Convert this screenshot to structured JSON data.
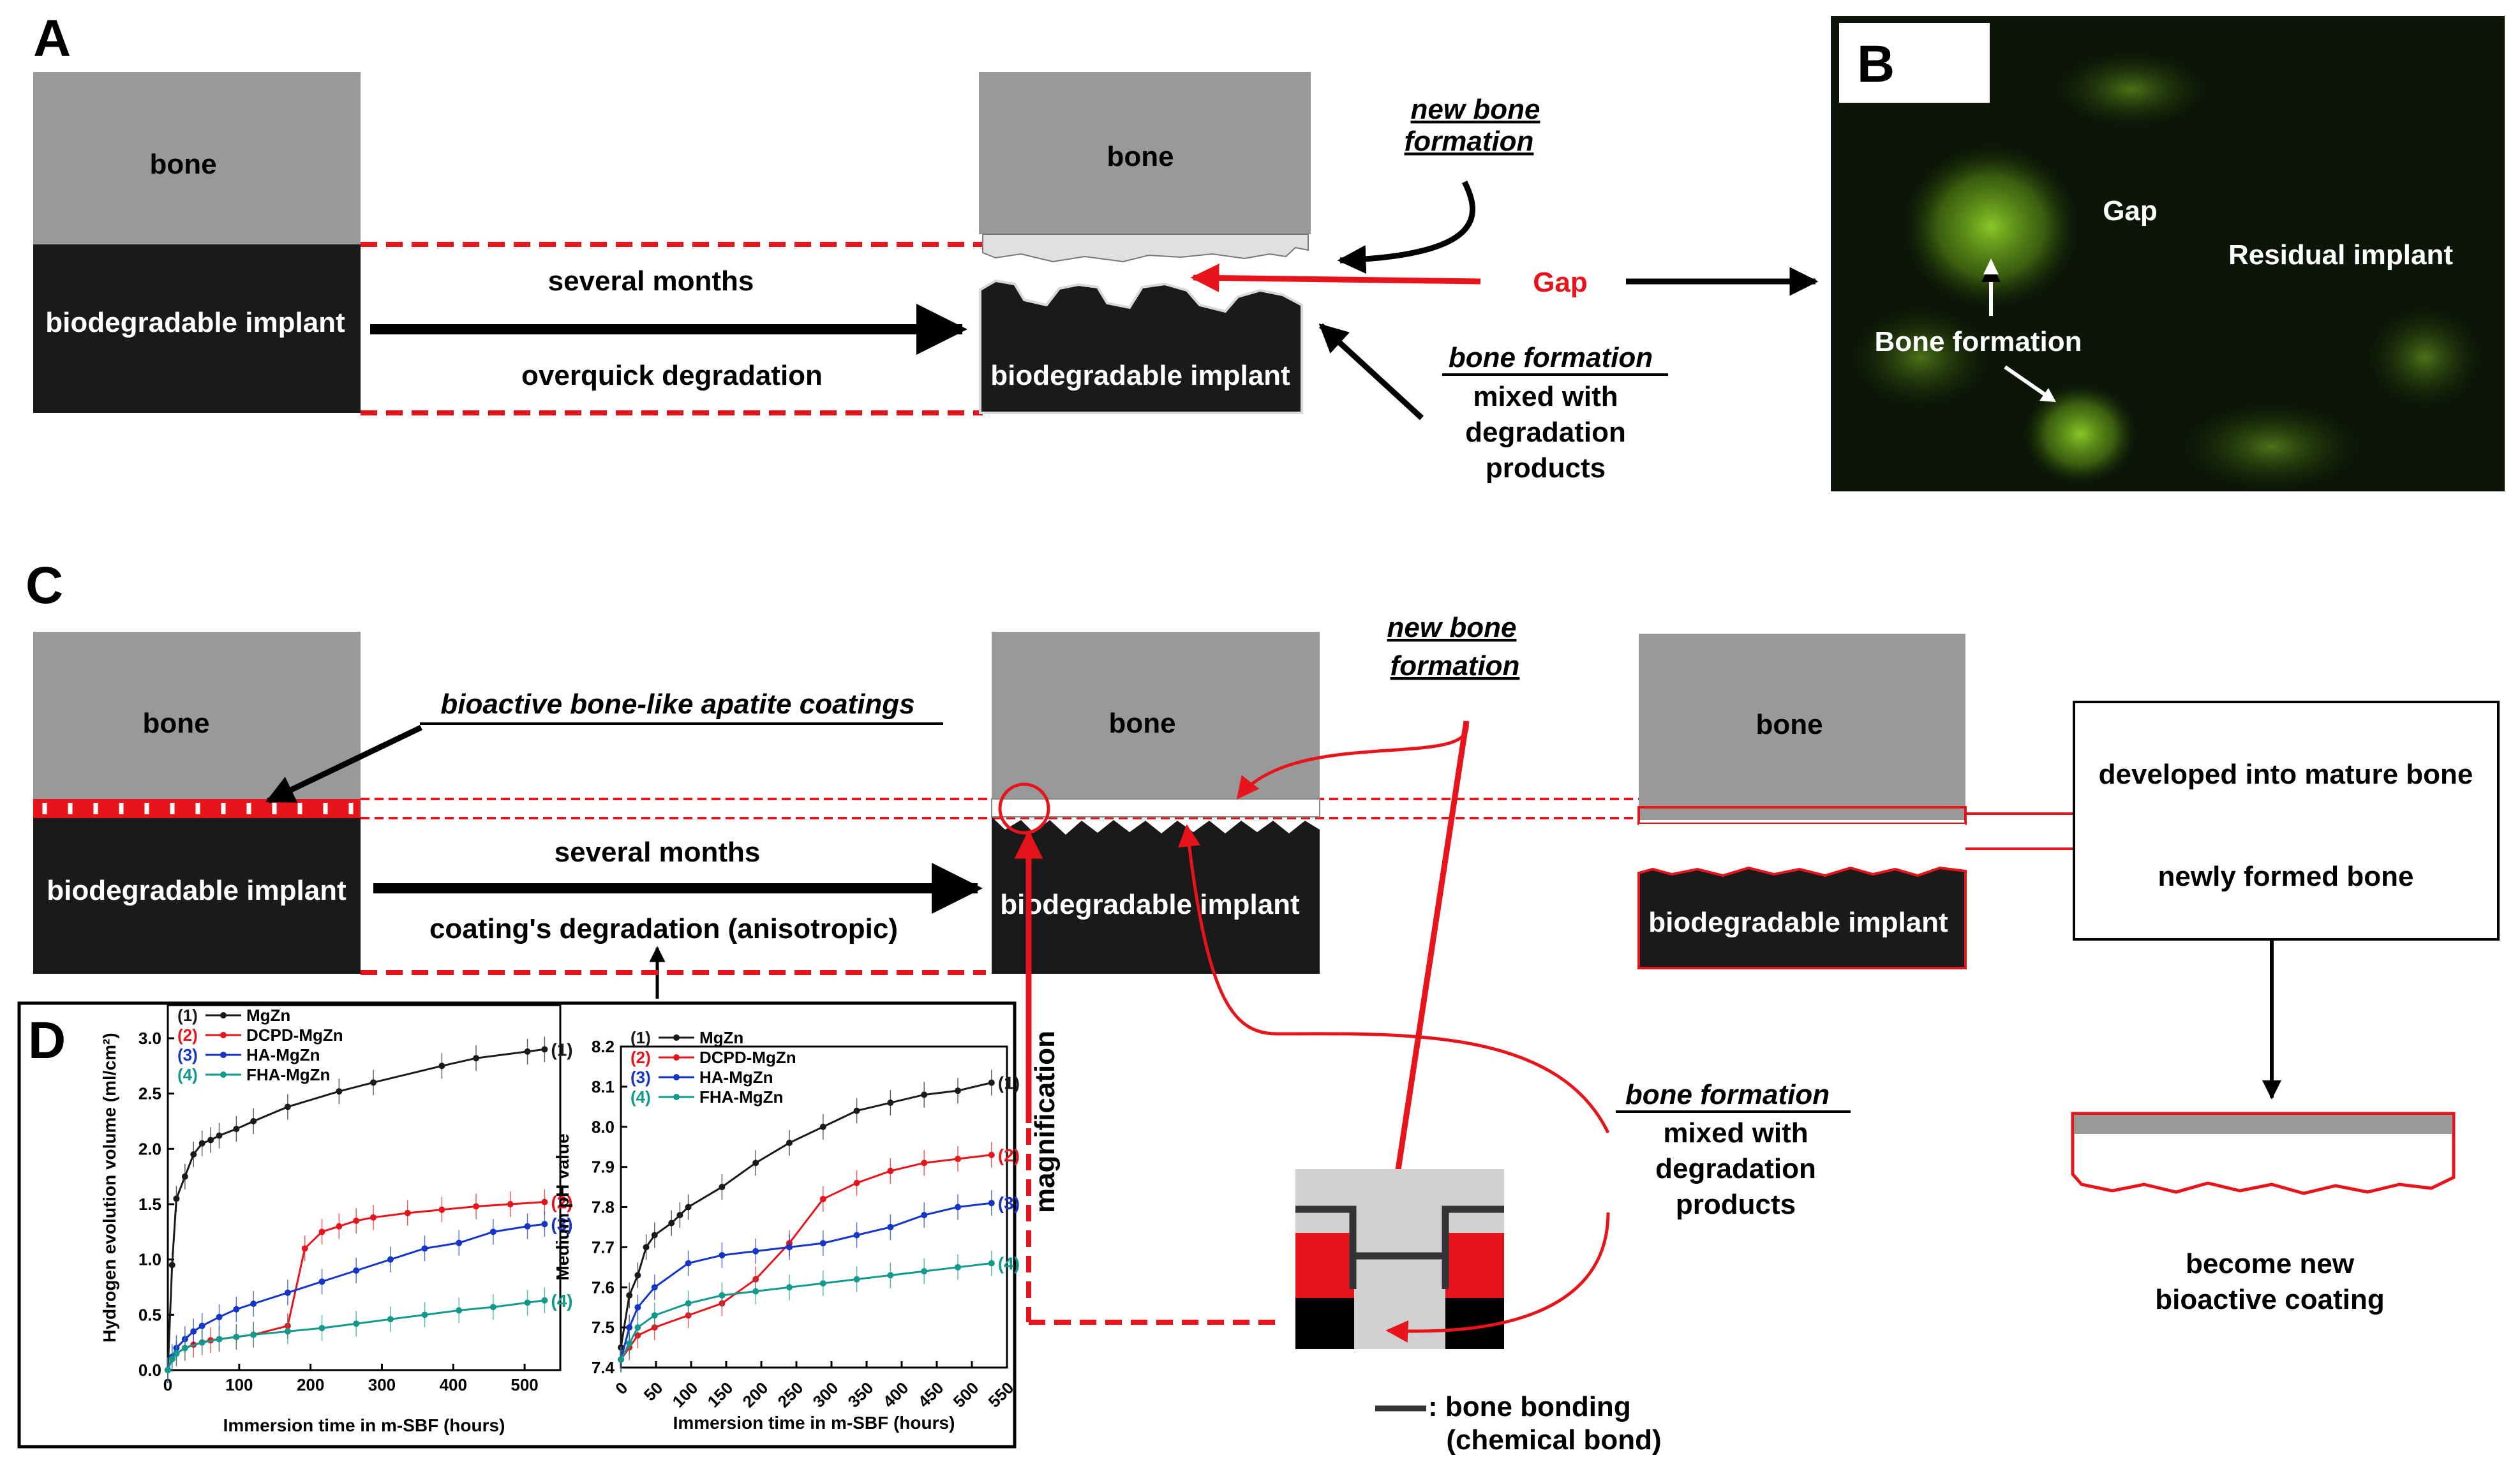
{
  "panels": {
    "a": {
      "letter": "A",
      "bone": "bone",
      "implant": "biodegradable implant",
      "arrow_top": "several months",
      "arrow_bottom": "overquick degradation",
      "bone2": "bone",
      "implant2": "biodegradable implant",
      "new_bone_1": "new bone",
      "new_bone_2": "formation",
      "gap": "Gap",
      "bone_formation": "bone formation",
      "mixed_1": "mixed with",
      "mixed_2": "degradation",
      "mixed_3": "products"
    },
    "b": {
      "letter": "B",
      "gap": "Gap",
      "residual": "Residual implant",
      "bone_formation": "Bone formation"
    },
    "c": {
      "letter": "C",
      "bone1": "bone",
      "coating": "bioactive bone-like apatite coatings",
      "implant1": "biodegradable implant",
      "arrow_top": "several months",
      "arrow_bottom": "coating's degradation (anisotropic)",
      "bone2": "bone",
      "implant2": "biodegradable implant",
      "new_bone_1": "new bone",
      "new_bone_2": "formation",
      "bone3": "bone",
      "implant3": "biodegradable implant",
      "mature": "developed into mature bone",
      "newly": "newly formed bone",
      "become_1": "become new",
      "become_2": "bioactive coating",
      "magnification": "magnification",
      "bone_formation": "bone formation",
      "mixed_1": "mixed with",
      "mixed_2": "degradation",
      "mixed_3": "products",
      "legend_1": ": bone bonding",
      "legend_2": "(chemical bond)"
    },
    "d": {
      "letter": "D"
    }
  },
  "colors": {
    "bone": "#999999",
    "implant": "#1a1a1a",
    "accent_red": "#e8141b",
    "fluor_green": "#6ea01e"
  },
  "chart_data": [
    {
      "type": "line",
      "xlabel": "Immersion time in m-SBF (hours)",
      "ylabel": "Hydrogen evolution volume (ml/cm²)",
      "xlim": [
        0,
        550
      ],
      "ylim": [
        0,
        3.3
      ],
      "xticks": [
        0,
        100,
        200,
        300,
        400,
        500
      ],
      "yticks": [
        0.0,
        0.5,
        1.0,
        1.5,
        2.0,
        2.5,
        3.0
      ],
      "legend_position": "top-left",
      "series": [
        {
          "name": "MgZn",
          "tag": "(1)",
          "color": "#1a1a1a",
          "x": [
            0,
            6,
            12,
            24,
            36,
            48,
            60,
            72,
            96,
            120,
            168,
            240,
            288,
            384,
            432,
            504,
            528
          ],
          "y": [
            0.0,
            0.95,
            1.55,
            1.75,
            1.95,
            2.05,
            2.08,
            2.12,
            2.18,
            2.25,
            2.38,
            2.52,
            2.6,
            2.75,
            2.82,
            2.88,
            2.9
          ]
        },
        {
          "name": "DCPD-MgZn",
          "tag": "(2)",
          "color": "#e8141b",
          "x": [
            0,
            6,
            12,
            24,
            36,
            48,
            60,
            72,
            96,
            120,
            168,
            192,
            216,
            240,
            264,
            288,
            336,
            384,
            432,
            480,
            528
          ],
          "y": [
            0.0,
            0.1,
            0.15,
            0.2,
            0.23,
            0.25,
            0.27,
            0.28,
            0.3,
            0.32,
            0.4,
            1.1,
            1.25,
            1.3,
            1.35,
            1.38,
            1.42,
            1.45,
            1.48,
            1.5,
            1.52
          ]
        },
        {
          "name": "HA-MgZn",
          "tag": "(3)",
          "color": "#1535c8",
          "x": [
            0,
            6,
            12,
            24,
            36,
            48,
            72,
            96,
            120,
            168,
            216,
            264,
            312,
            360,
            408,
            456,
            504,
            528
          ],
          "y": [
            0.0,
            0.12,
            0.2,
            0.28,
            0.35,
            0.4,
            0.48,
            0.55,
            0.6,
            0.7,
            0.8,
            0.9,
            1.0,
            1.1,
            1.15,
            1.25,
            1.3,
            1.32
          ]
        },
        {
          "name": "FHA-MgZn",
          "tag": "(4)",
          "color": "#139a8c",
          "x": [
            0,
            6,
            12,
            24,
            48,
            72,
            96,
            120,
            168,
            216,
            264,
            312,
            360,
            408,
            456,
            504,
            528
          ],
          "y": [
            0.0,
            0.1,
            0.15,
            0.2,
            0.25,
            0.28,
            0.3,
            0.32,
            0.35,
            0.38,
            0.42,
            0.46,
            0.5,
            0.54,
            0.57,
            0.61,
            0.63
          ]
        }
      ]
    },
    {
      "type": "line",
      "xlabel": "Immersion time in m-SBF (hours)",
      "ylabel": "Medium pH value",
      "xlim": [
        0,
        550
      ],
      "ylim": [
        7.4,
        8.2
      ],
      "xticks": [
        0,
        50,
        100,
        150,
        200,
        250,
        300,
        350,
        400,
        450,
        500,
        550
      ],
      "yticks": [
        7.4,
        7.5,
        7.6,
        7.7,
        7.8,
        7.9,
        8.0,
        8.1,
        8.2
      ],
      "legend_position": "top-left",
      "series": [
        {
          "name": "MgZn",
          "tag": "(1)",
          "color": "#1a1a1a",
          "x": [
            0,
            12,
            24,
            36,
            48,
            72,
            84,
            96,
            144,
            192,
            240,
            288,
            336,
            384,
            432,
            480,
            528
          ],
          "y": [
            7.45,
            7.58,
            7.63,
            7.7,
            7.73,
            7.76,
            7.78,
            7.8,
            7.85,
            7.91,
            7.96,
            8.0,
            8.04,
            8.06,
            8.08,
            8.09,
            8.11
          ]
        },
        {
          "name": "DCPD-MgZn",
          "tag": "(2)",
          "color": "#e8141b",
          "x": [
            0,
            12,
            24,
            48,
            96,
            144,
            192,
            240,
            288,
            336,
            384,
            432,
            480,
            528
          ],
          "y": [
            7.42,
            7.45,
            7.48,
            7.5,
            7.53,
            7.56,
            7.62,
            7.71,
            7.82,
            7.86,
            7.89,
            7.91,
            7.92,
            7.93
          ]
        },
        {
          "name": "HA-MgZn",
          "tag": "(3)",
          "color": "#1535c8",
          "x": [
            0,
            12,
            24,
            48,
            96,
            144,
            192,
            240,
            288,
            336,
            384,
            432,
            480,
            528
          ],
          "y": [
            7.42,
            7.5,
            7.55,
            7.6,
            7.66,
            7.68,
            7.69,
            7.7,
            7.71,
            7.73,
            7.75,
            7.78,
            7.8,
            7.81
          ]
        },
        {
          "name": "FHA-MgZn",
          "tag": "(4)",
          "color": "#139a8c",
          "x": [
            0,
            12,
            24,
            48,
            96,
            144,
            192,
            240,
            288,
            336,
            384,
            432,
            480,
            528
          ],
          "y": [
            7.42,
            7.46,
            7.5,
            7.53,
            7.56,
            7.58,
            7.59,
            7.6,
            7.61,
            7.62,
            7.63,
            7.64,
            7.65,
            7.66
          ]
        }
      ]
    }
  ]
}
